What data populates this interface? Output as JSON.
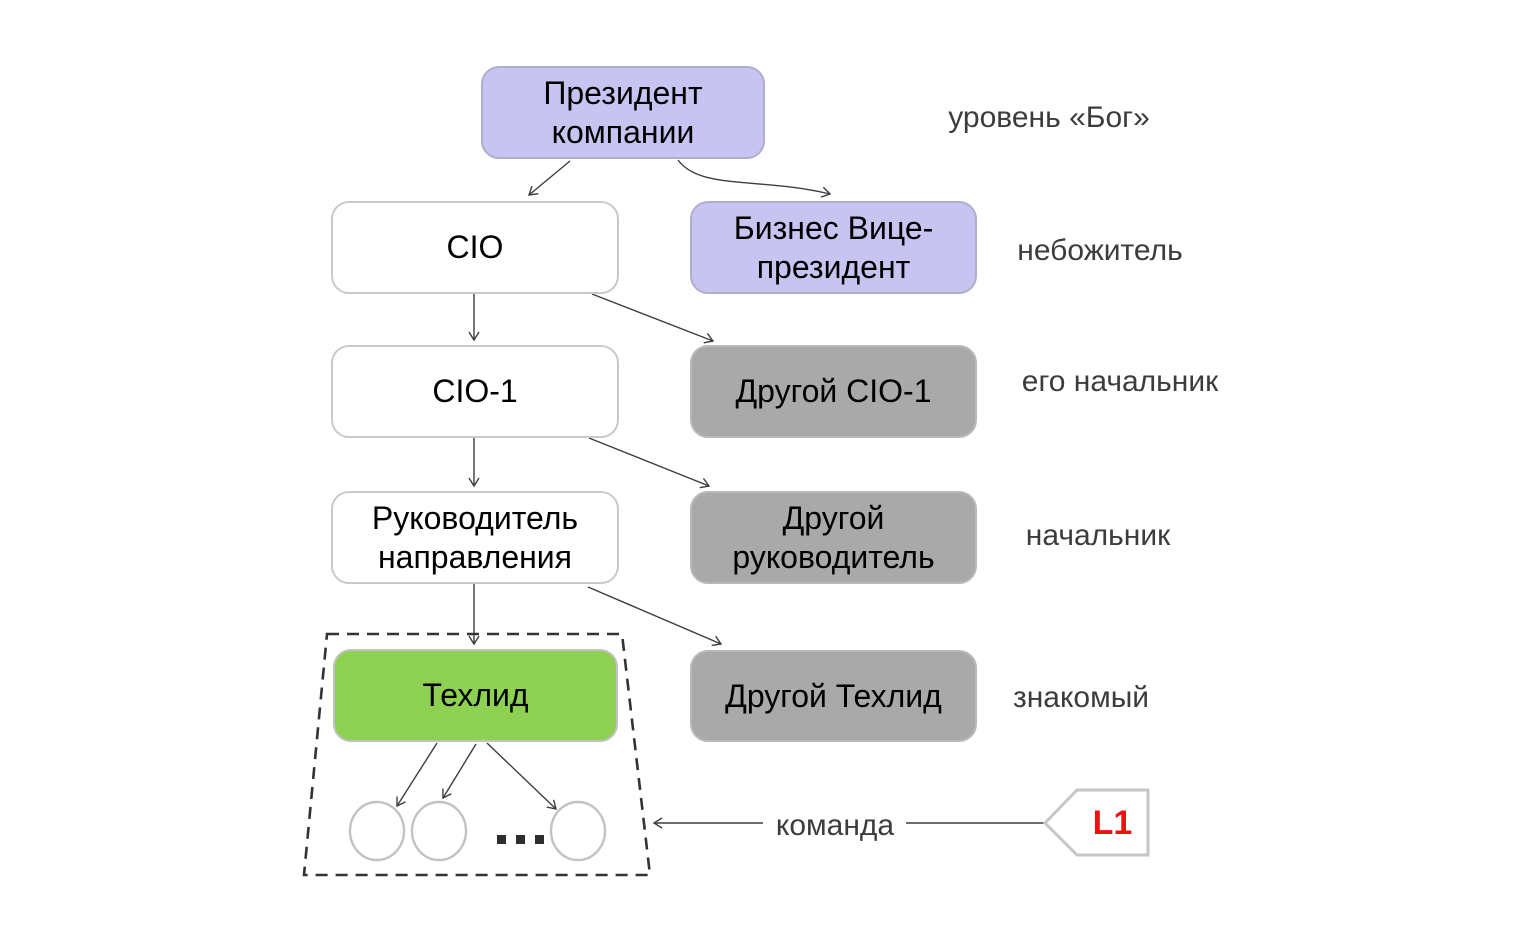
{
  "diagram": {
    "boxes": [
      {
        "id": "president",
        "label": "Президент\nкомпании",
        "style": "purple"
      },
      {
        "id": "cio",
        "label": "CIO",
        "style": "plain"
      },
      {
        "id": "business-vp",
        "label": "Бизнес Вице-\nпрезидент",
        "style": "purple"
      },
      {
        "id": "cio-1",
        "label": "CIO-1",
        "style": "plain"
      },
      {
        "id": "other-cio-1",
        "label": "Другой CIO-1",
        "style": "gray"
      },
      {
        "id": "direction-head",
        "label": "Руководитель\nнаправления",
        "style": "plain"
      },
      {
        "id": "other-head",
        "label": "Другой\nруководитель",
        "style": "gray"
      },
      {
        "id": "techlead",
        "label": "Техлид",
        "style": "green"
      },
      {
        "id": "other-techlead",
        "label": "Другой Техлид",
        "style": "gray"
      }
    ],
    "annotations": [
      "уровень «Бог»",
      "небожитель",
      "его начальник",
      "начальник",
      "знакомый"
    ],
    "team_label": "команда",
    "level_tag": "L1",
    "colors": {
      "highlight_purple": "#c8c4f2",
      "highlight_green": "#8ed051",
      "neutral_gray": "#a9a9a9",
      "tag_red": "#f20f0f",
      "connector": "#3d3d3d"
    }
  }
}
